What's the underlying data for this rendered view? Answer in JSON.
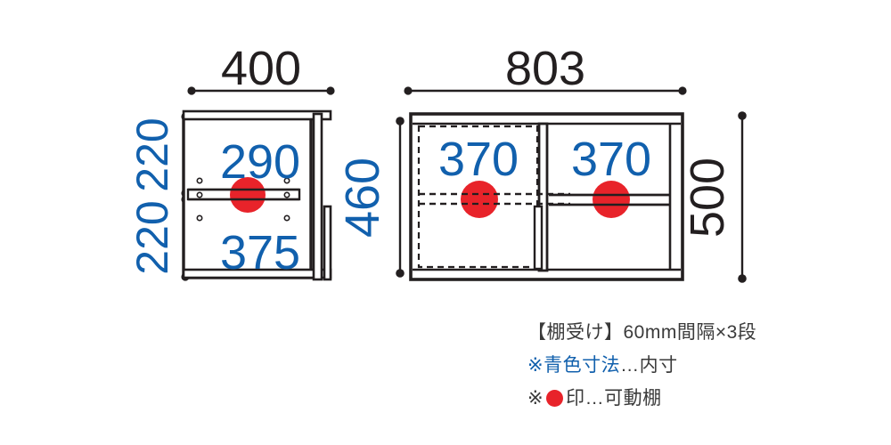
{
  "drawing": {
    "title": "furniture-dimension-drawing",
    "colors": {
      "blue": "#1160ad",
      "black": "#231f20",
      "red": "#e8232a",
      "note_text": "#3a3a3a",
      "background": "#ffffff"
    },
    "side_view": {
      "name": "side-view",
      "width_dimension": "400",
      "height_segments": [
        "220",
        "220"
      ],
      "inner_depth_upper": "290",
      "inner_depth_lower": "375"
    },
    "front_view": {
      "name": "front-view",
      "width_dimension": "803",
      "inner_height_dimension": "460",
      "outer_height_dimension": "500",
      "compartments": [
        {
          "label": "370",
          "door": "dashed"
        },
        {
          "label": "370",
          "door": "solid"
        }
      ]
    }
  },
  "notes": {
    "shelf_support": "【棚受け】60mm間隔×3段",
    "blue_dimension_prefix": "※青色寸法",
    "blue_dimension_suffix": "…内寸",
    "movable_shelf_prefix": "※",
    "movable_shelf_suffix": "印…可動棚",
    "red_dot_icon": "red-dot-icon"
  }
}
